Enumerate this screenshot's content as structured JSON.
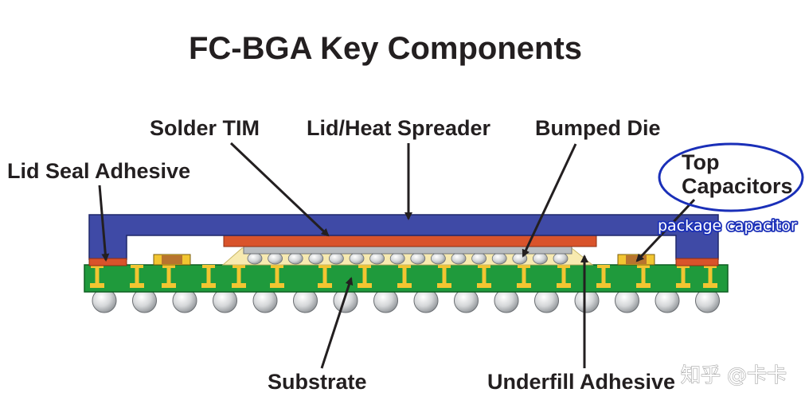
{
  "title": "FC-BGA Key Components",
  "labels": {
    "solder_tim": "Solder TIM",
    "lid_heat_spreader": "Lid/Heat Spreader",
    "bumped_die": "Bumped Die",
    "lid_seal_adhesive": "Lid Seal Adhesive",
    "top_capacitors_line1": "Top",
    "top_capacitors_line2": "Capacitors",
    "substrate": "Substrate",
    "underfill_adhesive": "Underfill Adhesive"
  },
  "annotation": {
    "text": "package capacitor",
    "color": "#1a2fb8"
  },
  "watermark": "知乎 @卡卡",
  "colors": {
    "lid": "#3f4aa6",
    "tim": "#d9532b",
    "substrate": "#1f9a3c",
    "pad": "#f2c531",
    "underfill": "#f7eab0",
    "die": "#b9bdc0",
    "ball": "#d7d9db",
    "highlight_ellipse": "#1a2fb8"
  }
}
